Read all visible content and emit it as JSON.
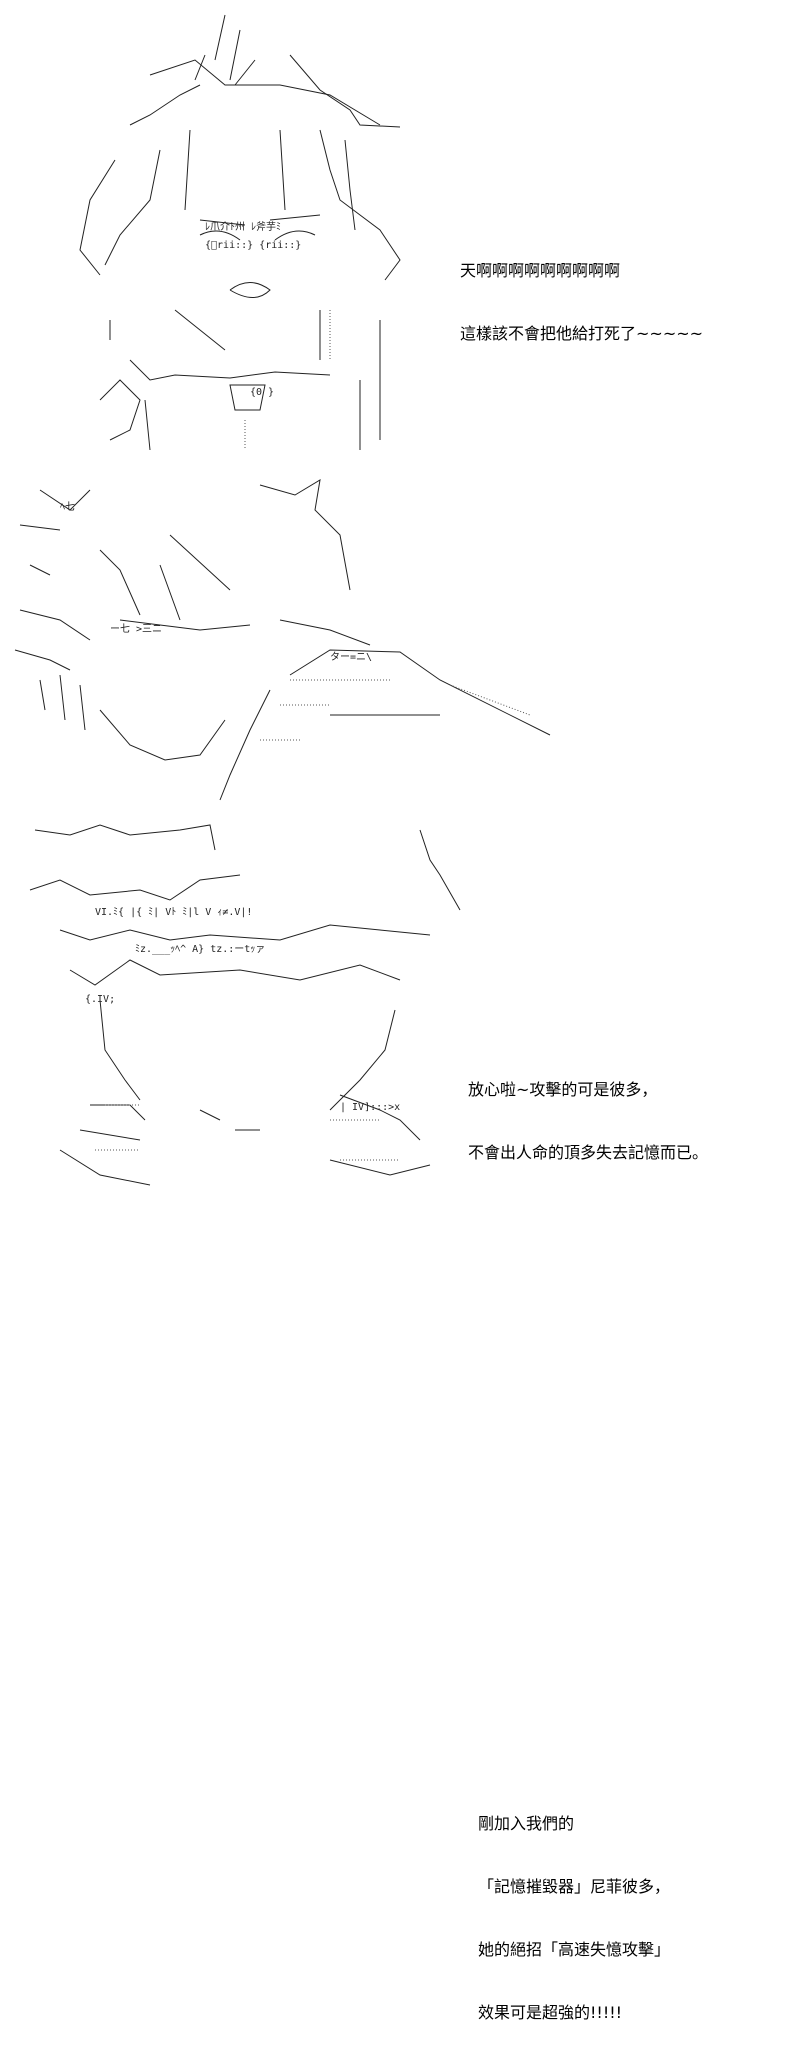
{
  "panels": [
    {
      "name": "panel-1",
      "lines": [
        "天啊啊啊啊啊啊啊啊啊",
        "這樣該不會把他給打死了~~~~~"
      ]
    },
    {
      "name": "panel-2",
      "lines": [
        "放心啦~攻擊的可是彼多，",
        "不會出人命的頂多失去記憶而已。"
      ]
    },
    {
      "name": "panel-3",
      "lines": [
        "剛加入我們的",
        "「記憶摧毀器」尼菲彼多，",
        "她的絕招「高速失憶攻擊」",
        "效果可是超強的!!!!!"
      ]
    }
  ]
}
